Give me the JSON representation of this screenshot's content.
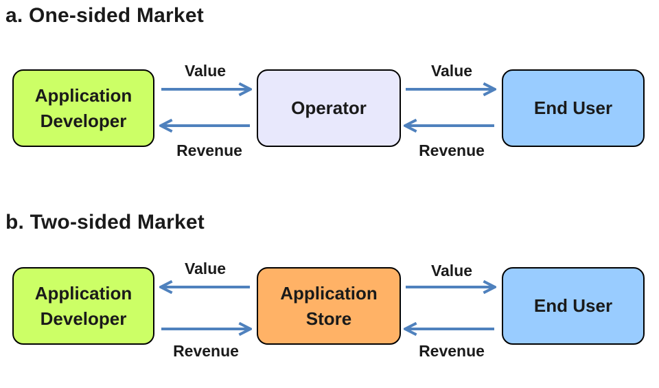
{
  "colors": {
    "developer_fill": "#ccff66",
    "operator_fill": "#e8e8fc",
    "end_user_fill": "#99ccff",
    "store_fill": "#ffb266",
    "arrow": "#4f81bd"
  },
  "one_sided": {
    "title": "a. One-sided Market",
    "developer": {
      "line1": "Application",
      "line2": "Developer"
    },
    "middle": {
      "line1": "Operator"
    },
    "end_user": {
      "line1": "End User"
    },
    "left_top_label": "Value",
    "left_bottom_label": "Revenue",
    "right_top_label": "Value",
    "right_bottom_label": "Revenue"
  },
  "two_sided": {
    "title": "b. Two-sided Market",
    "developer": {
      "line1": "Application",
      "line2": "Developer"
    },
    "middle": {
      "line1": "Application",
      "line2": "Store"
    },
    "end_user": {
      "line1": "End User"
    },
    "left_top_label": "Value",
    "left_bottom_label": "Revenue",
    "right_top_label": "Value",
    "right_bottom_label": "Revenue"
  }
}
